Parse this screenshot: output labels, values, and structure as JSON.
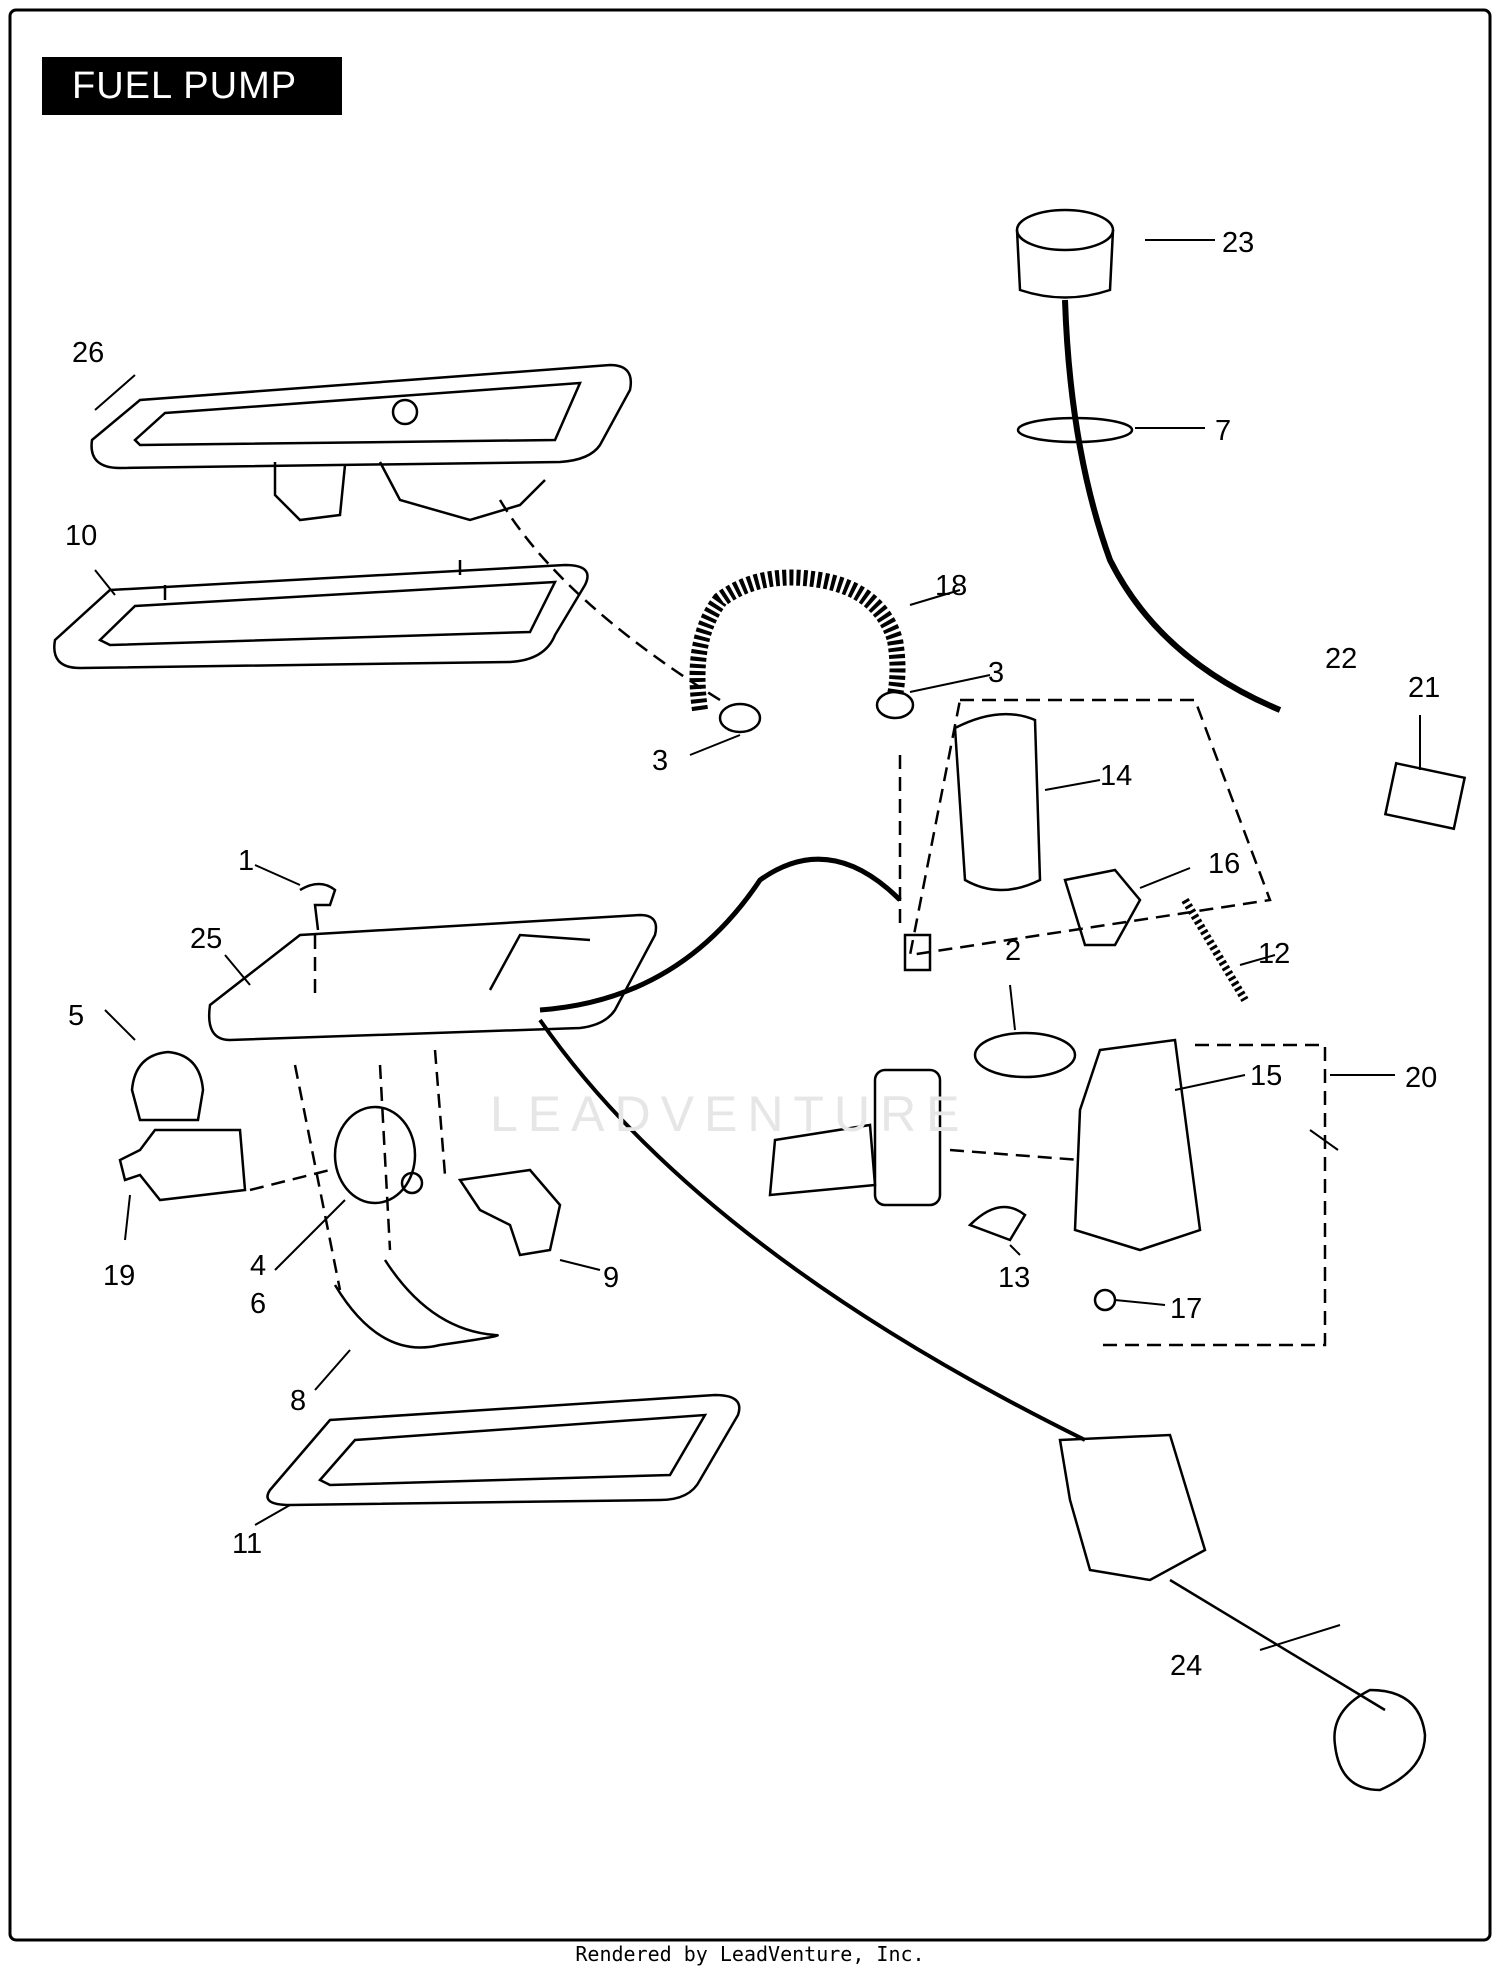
{
  "title": "FUEL PUMP",
  "watermark": "LEADVENTURE",
  "footer": "Rendered by LeadVenture, Inc.",
  "callouts": [
    {
      "id": "1",
      "label": "1"
    },
    {
      "id": "2",
      "label": "2"
    },
    {
      "id": "3a",
      "label": "3"
    },
    {
      "id": "3b",
      "label": "3"
    },
    {
      "id": "4",
      "label": "4"
    },
    {
      "id": "5",
      "label": "5"
    },
    {
      "id": "6",
      "label": "6"
    },
    {
      "id": "7",
      "label": "7"
    },
    {
      "id": "8",
      "label": "8"
    },
    {
      "id": "9",
      "label": "9"
    },
    {
      "id": "10",
      "label": "10"
    },
    {
      "id": "11",
      "label": "11"
    },
    {
      "id": "12",
      "label": "12"
    },
    {
      "id": "13",
      "label": "13"
    },
    {
      "id": "14",
      "label": "14"
    },
    {
      "id": "15",
      "label": "15"
    },
    {
      "id": "16",
      "label": "16"
    },
    {
      "id": "17",
      "label": "17"
    },
    {
      "id": "18",
      "label": "18"
    },
    {
      "id": "19",
      "label": "19"
    },
    {
      "id": "20",
      "label": "20"
    },
    {
      "id": "21",
      "label": "21"
    },
    {
      "id": "22",
      "label": "22"
    },
    {
      "id": "23",
      "label": "23"
    },
    {
      "id": "24",
      "label": "24"
    },
    {
      "id": "25",
      "label": "25"
    },
    {
      "id": "26",
      "label": "26"
    }
  ]
}
